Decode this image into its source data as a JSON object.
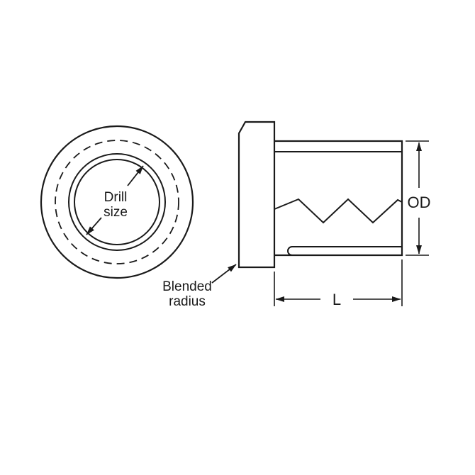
{
  "figure": {
    "background": "#ffffff",
    "line_color": "#1a1a1a",
    "front_view": {
      "bore_label_line1": "Drill",
      "bore_label_line2": "size"
    },
    "side_view": {
      "radius_label_line1": "Blended",
      "radius_label_line2": "radius",
      "od_dimension_label": "OD",
      "length_dimension_label": "L"
    }
  }
}
